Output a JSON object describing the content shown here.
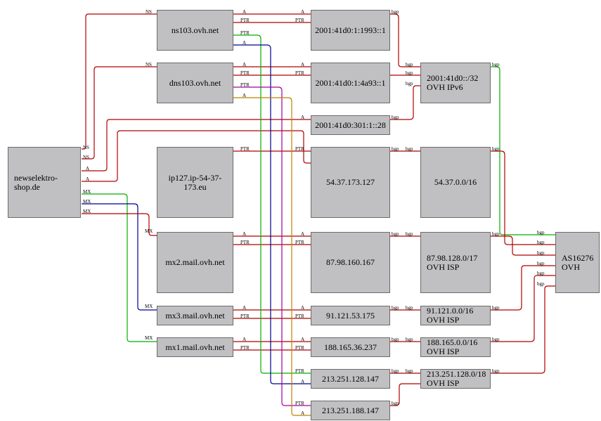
{
  "colors": {
    "red": "#b00000",
    "green": "#00b000",
    "blue": "#000090",
    "magenta": "#a000a0",
    "orange": "#c08000",
    "node_fill": "#c0bfc1",
    "node_border": "#6b6a6c"
  },
  "nodes": {
    "domain": "newselektro-shop.de",
    "ns103": "ns103.ovh.net",
    "dns103": "dns103.ovh.net",
    "ip127": "ip127.ip-54-37-173.eu",
    "mx2": "mx2.mail.ovh.net",
    "mx3": "mx3.mail.ovh.net",
    "mx1": "mx1.mail.ovh.net",
    "ip_1993": "2001:41d0:1:1993::1",
    "ip_4a93": "2001:41d0:1:4a93::1",
    "ip_301": "2001:41d0:301:1::28",
    "ip_54": "54.37.173.127",
    "ip_87": "87.98.160.167",
    "ip_91": "91.121.53.175",
    "ip_188": "188.165.36.237",
    "ip_213_128": "213.251.128.147",
    "ip_213_188": "213.251.188.147",
    "net_ipv6": "2001:41d0::/32\nOVH IPv6",
    "net_54": "54.37.0.0/16",
    "net_87": "87.98.128.0/17\nOVH ISP",
    "net_91": "91.121.0.0/16\nOVH ISP",
    "net_188": "188.165.0.0/16\nOVH ISP",
    "net_213": "213.251.128.0/18\nOVH ISP",
    "as": "AS16276\nOVH"
  },
  "edge_labels": {
    "ns": "NS",
    "a": "A",
    "ptr": "PTR",
    "mx": "MX",
    "bgp": "bgp"
  }
}
